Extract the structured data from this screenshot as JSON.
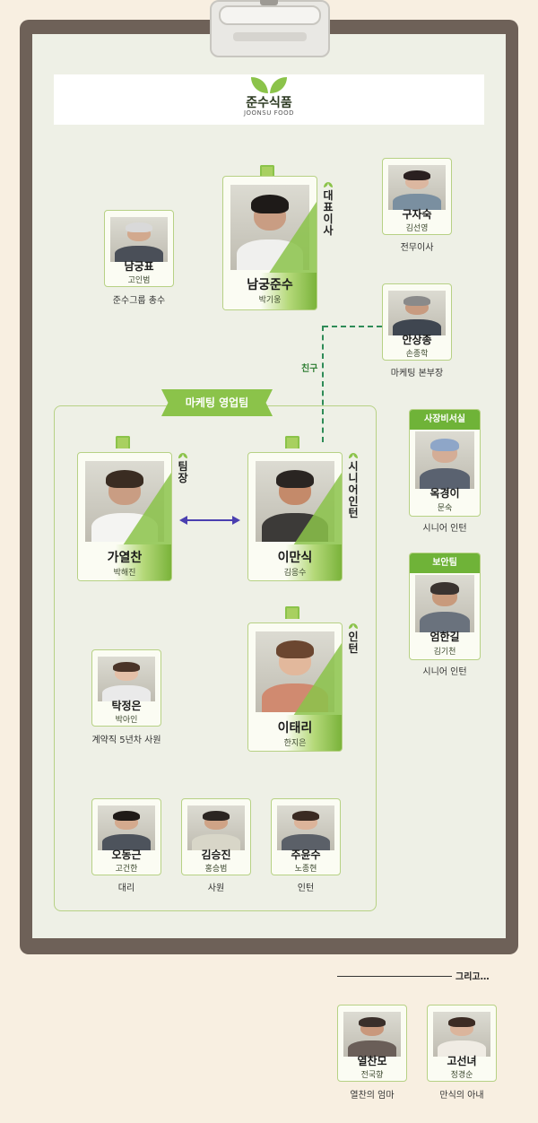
{
  "logo": {
    "ko": "준수식품",
    "en": "JOONSU FOOD"
  },
  "team_label": "마케팅 영업팀",
  "friend_label": "친구",
  "and_more": "그리고…",
  "people": {
    "nam_gung_pyo": {
      "name": "남궁표",
      "actor": "고인범",
      "role": "준수그룹 총수"
    },
    "nam_gung_jun_su": {
      "name": "남궁준수",
      "actor": "박기웅",
      "title": "대표이사"
    },
    "gu_ja_suk": {
      "name": "구자숙",
      "actor": "김선영",
      "role": "전무이사"
    },
    "an_sang_jong": {
      "name": "안상종",
      "actor": "손종학",
      "role": "마케팅 본부장"
    },
    "ga_yeol_chan": {
      "name": "가열찬",
      "actor": "박해진",
      "title": "팀장"
    },
    "i_man_sik": {
      "name": "이만식",
      "actor": "김응수",
      "title": "시니어 인턴"
    },
    "ok_gyeong_i": {
      "name": "옥경이",
      "actor": "문숙",
      "header": "사장비서실",
      "role": "시니어 인턴"
    },
    "eom_han_gil": {
      "name": "엄한길",
      "actor": "김기천",
      "header": "보안팀",
      "role": "시니어 인턴"
    },
    "tak_jeong_eun": {
      "name": "탁정은",
      "actor": "박아인",
      "role": "계약직 5년차 사원"
    },
    "i_tae_ri": {
      "name": "이태리",
      "actor": "한지은",
      "title": "인턴"
    },
    "o_dong_geun": {
      "name": "오동근",
      "actor": "고건한",
      "role": "대리"
    },
    "kim_seung_jin": {
      "name": "김승진",
      "actor": "홍승범",
      "role": "사원"
    },
    "ju_yun_su": {
      "name": "주윤수",
      "actor": "노종현",
      "role": "인턴"
    },
    "yeol_chan_mo": {
      "name": "열찬모",
      "actor": "전국향",
      "role": "열찬의 엄마"
    },
    "go_seon_nyeo": {
      "name": "고선녀",
      "actor": "정경순",
      "role": "만식의 아내"
    }
  },
  "colors": {
    "accent": "#8bc34a",
    "board": "#6e6158",
    "paper": "#eef0e6",
    "background": "#f8efe1"
  },
  "icons": {
    "logo": "leaf-icon",
    "relation": "double-arrow-icon"
  }
}
